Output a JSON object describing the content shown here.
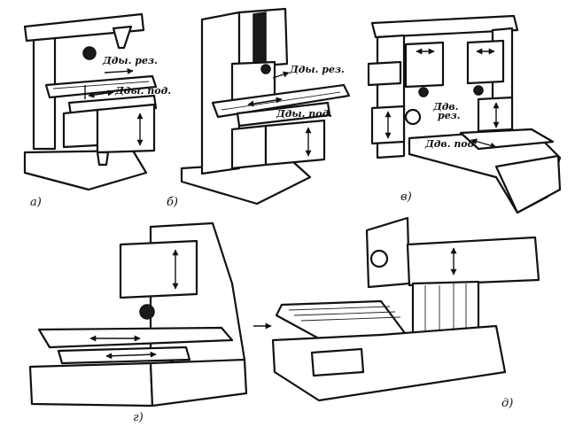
{
  "labels": {
    "a_rez": "Дды. рез.",
    "a_pod": "Дды. под.",
    "b_rez": "Дды. рез.",
    "b_pod": "Дды. под.",
    "v_rez_1": "Ддв.",
    "v_rez_2": "рез.",
    "v_pod": "Ддв. под."
  },
  "captions": {
    "a": "а)",
    "b": "б)",
    "v": "в)",
    "g": "г)",
    "d": "д)"
  }
}
